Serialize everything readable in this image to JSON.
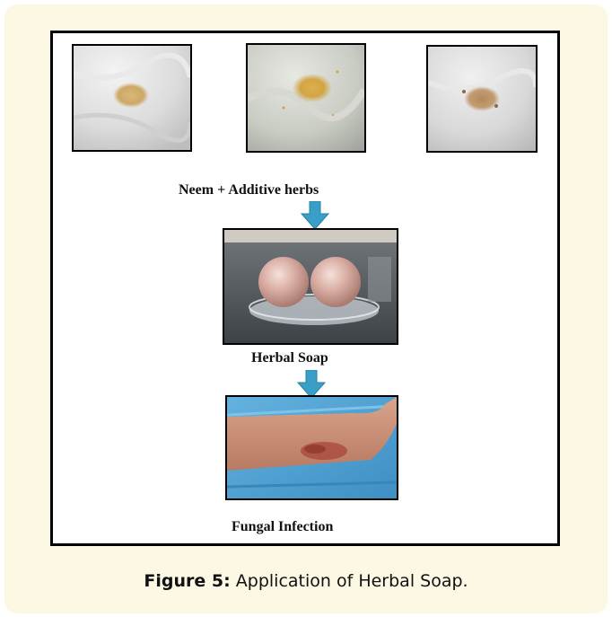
{
  "figure": {
    "label_herbs": "Neem +  Additive herbs",
    "label_soap": "Herbal Soap",
    "label_infection": "Fungal Infection",
    "caption_prefix": "Figure 5:",
    "caption_text": " Application of Herbal Soap.",
    "colors": {
      "arrow": "#3a9fc7",
      "card_background": "#fdf8e4"
    }
  }
}
